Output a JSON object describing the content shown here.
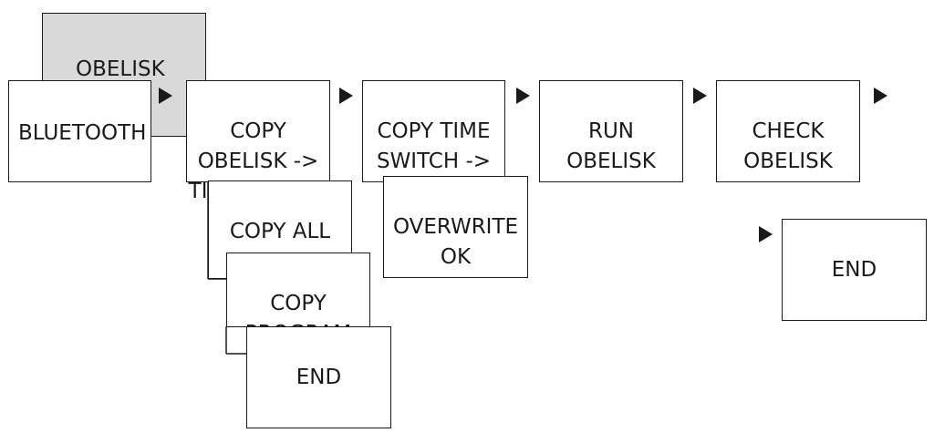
{
  "menu": {
    "parent": "OBELISK",
    "items": {
      "bluetooth": "BLUETOOTH",
      "copy_obelisk_to_switch": "COPY\nOBELISK ->\nTIME SWITCH",
      "copy_switch_to_obelisk": "COPY TIME\nSWITCH ->\nOBELISK",
      "run_obelisk": "RUN\nOBELISK",
      "check_obelisk": "CHECK\nOBELISK"
    },
    "sub_copy_obelisk": {
      "copy_all_data": "COPY ALL\nDATA",
      "copy_program": "COPY\nPROGRAM",
      "end": "END"
    },
    "sub_copy_switch": {
      "overwrite_ok": "OVERWRITE\nOK"
    },
    "end_right": "END"
  }
}
